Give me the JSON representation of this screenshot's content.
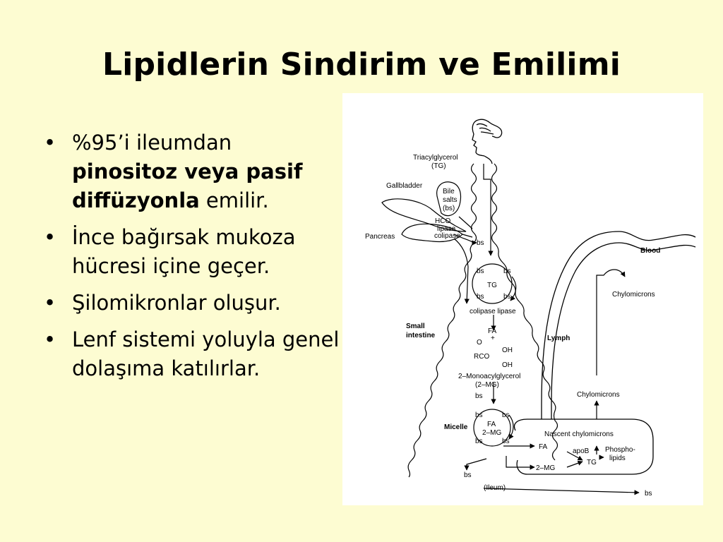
{
  "title": "Lipidlerin Sindirim ve Emilimi",
  "bullets": [
    {
      "pre": "%95’i ileumdan ",
      "bold": "pinositoz veya pasif diffüzyonla",
      "post": " emilir."
    },
    {
      "pre": "İnce bağırsak mukoza hücresi içine geçer.",
      "bold": "",
      "post": ""
    },
    {
      "pre": "Şilomikronlar oluşur.",
      "bold": "",
      "post": ""
    },
    {
      "pre": " Lenf sistemi yoluyla genel dolaşıma katılırlar.",
      "bold": "",
      "post": ""
    }
  ],
  "bullet_char": "•",
  "diagram": {
    "triacylglycerol": "Triacylglycerol",
    "tg_abbrev": "(TG)",
    "gallbladder": "Gallbladder",
    "bile": "Bile",
    "salts": "salts",
    "bs_paren": "(bs)",
    "hco3": "HCO",
    "lipase": "lipase",
    "colipase": "colipase",
    "pancreas": "Pancreas",
    "bs": "bs",
    "tg": "TG",
    "colipase_lipase": "colipase  lipase",
    "small": "Small",
    "intestine": "intestine",
    "fa": "FA",
    "plus": "+",
    "o": "O",
    "rco": "RCO",
    "oh": "OH",
    "monoacylglycerol": "2–Monoacylglycerol",
    "mg_abbrev": "(2–MG)",
    "micelle": "Micelle",
    "mg": "2–MG",
    "lymph": "Lymph",
    "blood": "Blood",
    "chylomicrons": "Chylomicrons",
    "nascent": "Nascent chylomicrons",
    "apob": "apoB",
    "phospho": "Phospho-",
    "lipids": "lipids",
    "ileum": "(Ileum)"
  }
}
